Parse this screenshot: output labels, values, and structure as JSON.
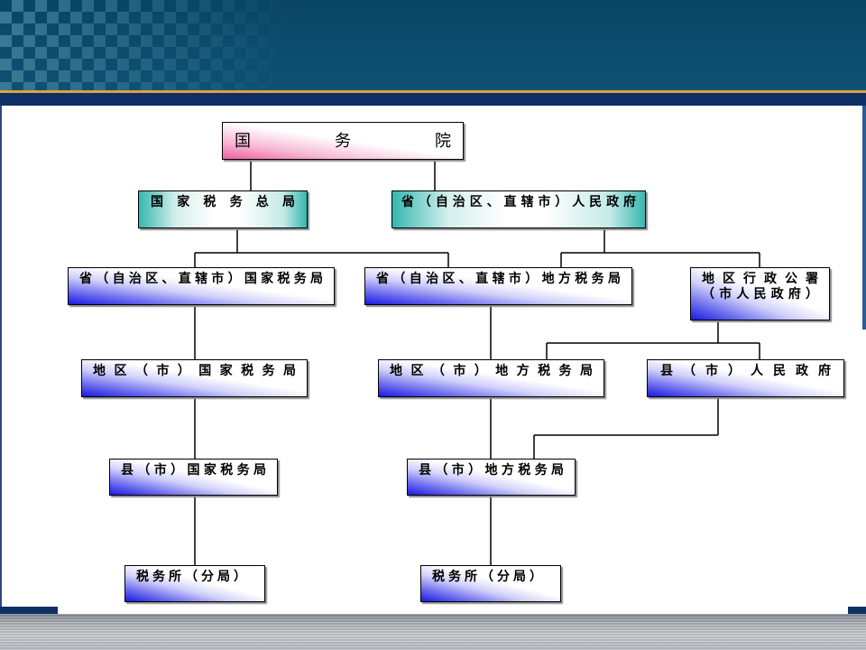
{
  "theme": {
    "header": "#0c4b6c",
    "accent_line": "#dfa23a",
    "band": "#0e2e66",
    "node_pink": "#ee5fa0",
    "node_teal": "#36b7ae",
    "node_blue": "#1a1ae0",
    "connector": "#000000"
  },
  "nodes": {
    "state_council": "国务院",
    "state_tax_administration": "国家税务总局",
    "provincial_government": "省（自治区、直辖市）人民政府",
    "provincial_national_tax_bureau": "省（自治区、直辖市）国家税务局",
    "provincial_local_tax_bureau": "省（自治区、直辖市）地方税务局",
    "prefecture_office": {
      "line1": "地区行政公署",
      "line2": "（市人民政府）"
    },
    "prefecture_national_tax_bureau": "地区（市）国家税务局",
    "prefecture_local_tax_bureau": "地区（市）地方税务局",
    "county_government": "县（市）人民政府",
    "county_national_tax_bureau": "县（市）国家税务局",
    "county_local_tax_bureau": "县（市）地方税务局",
    "national_tax_station": "税务所（分局）",
    "local_tax_station": "税务所（分局）"
  }
}
